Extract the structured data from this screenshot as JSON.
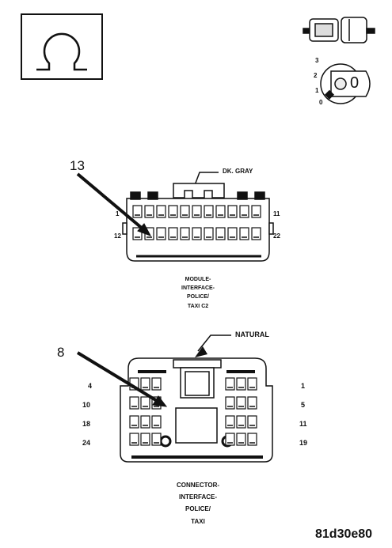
{
  "ohm_symbol": "Ω",
  "switch_icon": {
    "positions": [
      "3",
      "2",
      "1",
      "0"
    ],
    "key_label": "0"
  },
  "module_connector": {
    "callout_number": "13",
    "color_label": "DK. GRAY",
    "pin_left_top": "1",
    "pin_right_top": "11",
    "pin_left_bottom": "12",
    "pin_right_bottom": "22",
    "caption": [
      "MODULE-",
      "INTERFACE-",
      "POLICE/",
      "TAXI C2"
    ]
  },
  "interface_connector": {
    "callout_number": "8",
    "color_label": "NATURAL",
    "pins_left": [
      "4",
      "10",
      "18",
      "24"
    ],
    "pins_right": [
      "1",
      "5",
      "11",
      "19"
    ],
    "caption": [
      "CONNECTOR-",
      "INTERFACE-",
      "POLICE/",
      "TAXI"
    ]
  },
  "figure_id": "81d30e80"
}
